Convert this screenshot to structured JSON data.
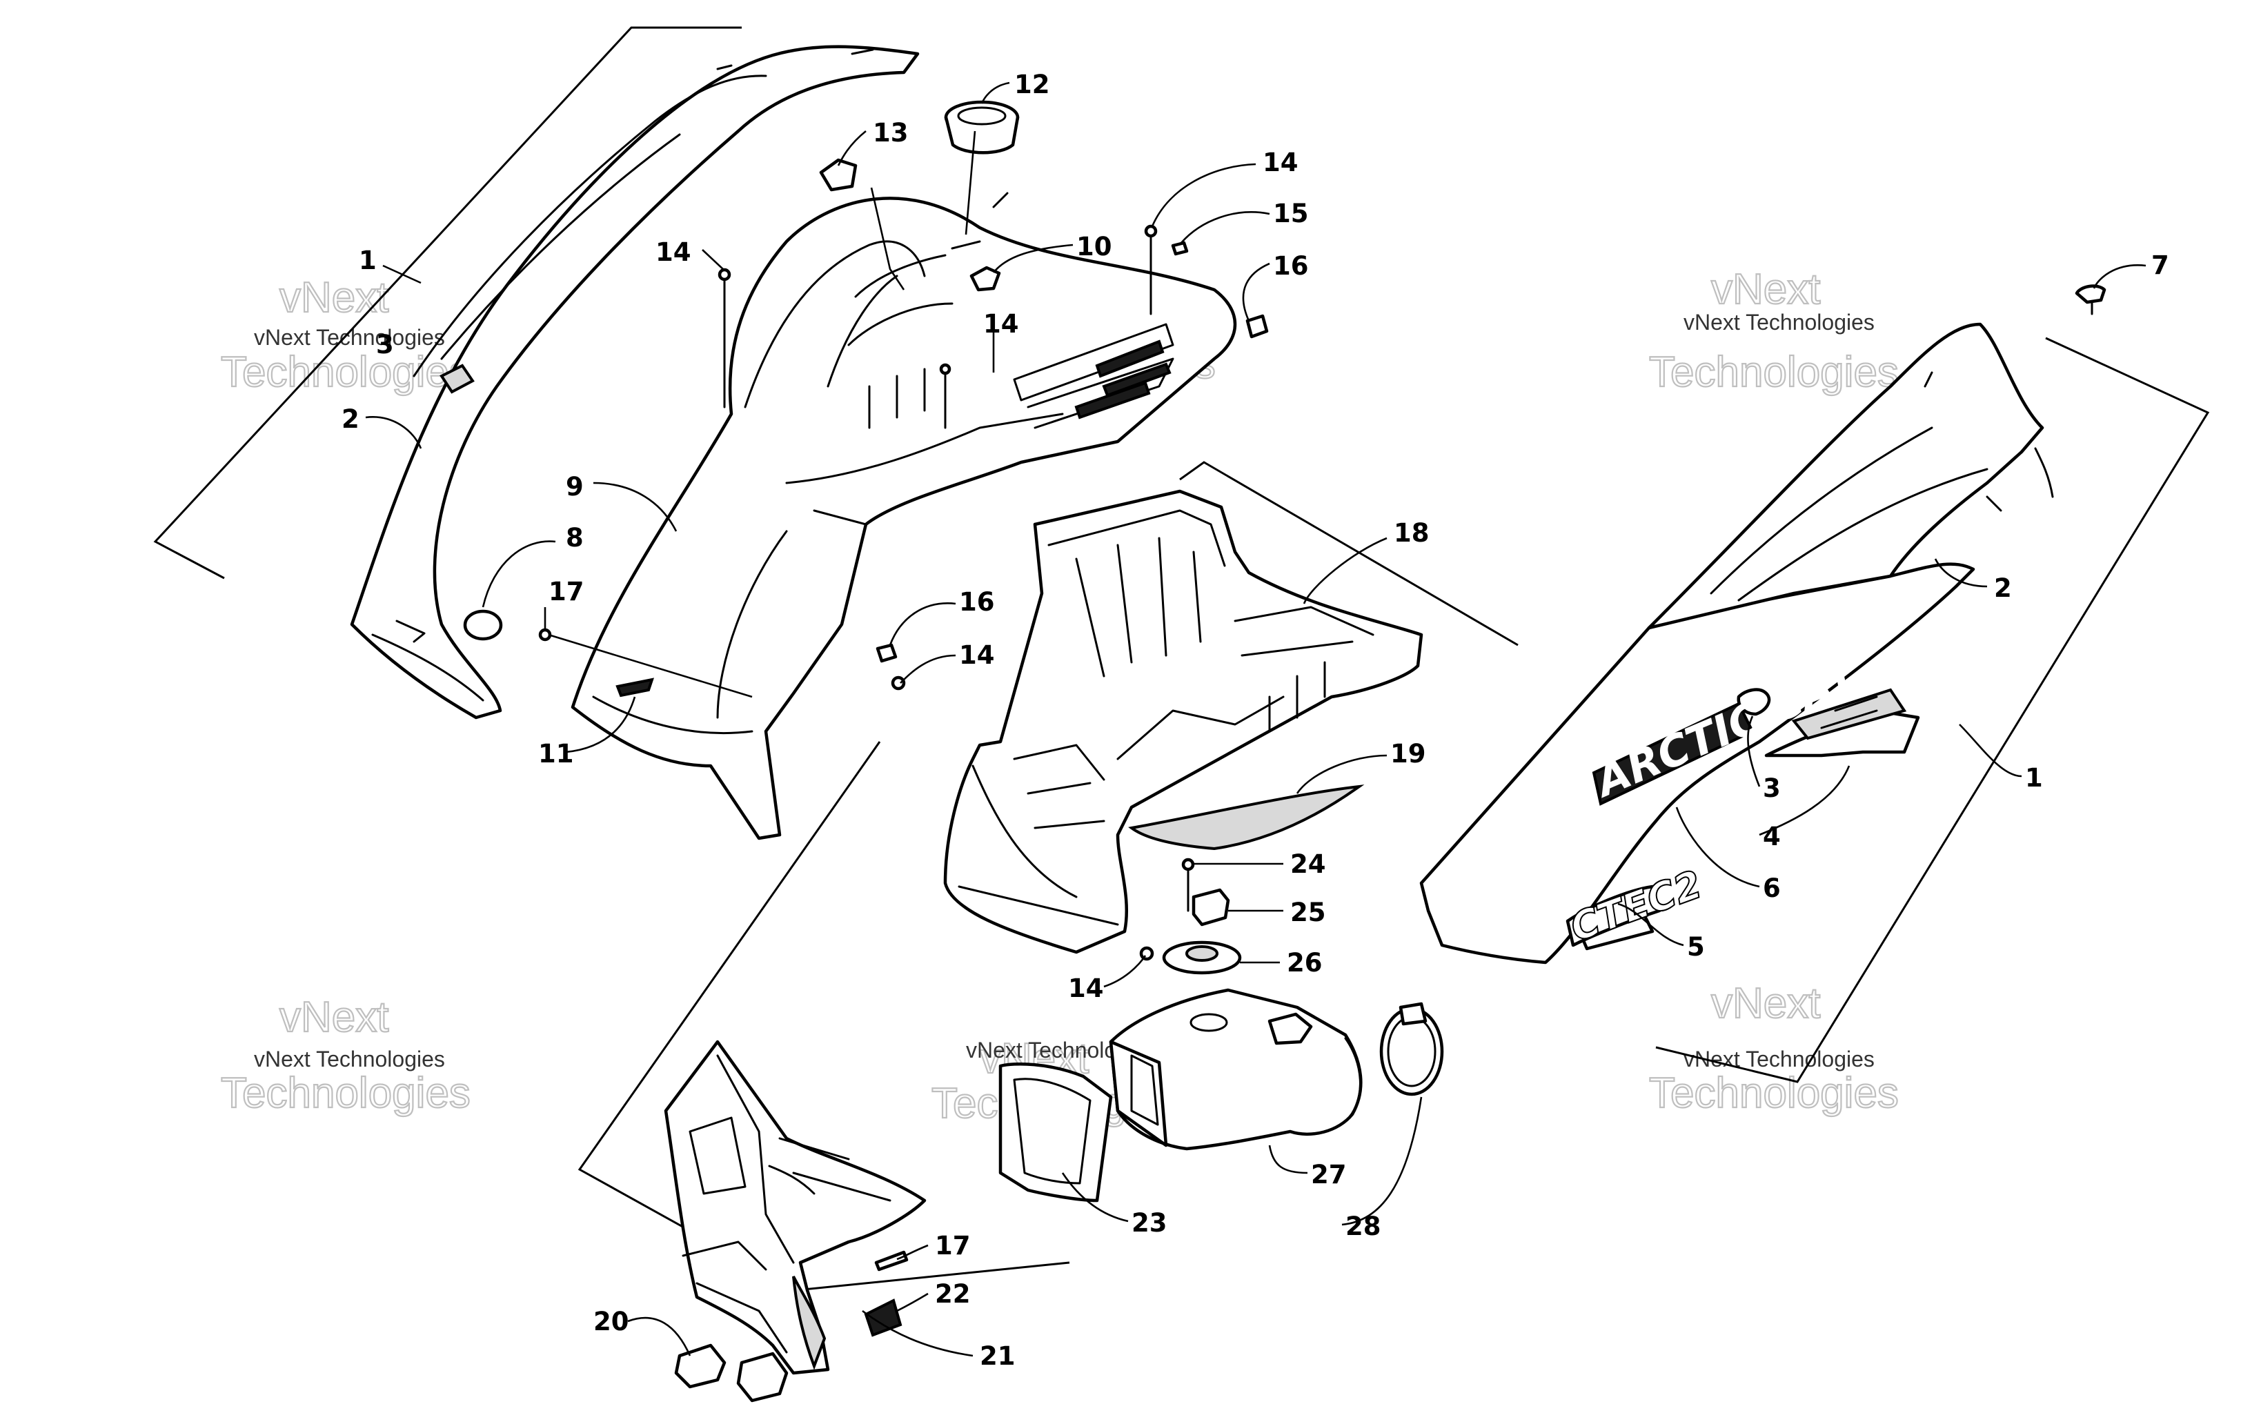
{
  "callouts": {
    "c1a": "1",
    "c2a": "2",
    "c3a": "3",
    "c8": "8",
    "c17a": "17",
    "c11": "11",
    "c9": "9",
    "c14a": "14",
    "c13": "13",
    "c12": "12",
    "c10": "10",
    "c14b": "14",
    "c14c": "14",
    "c15": "15",
    "c16a": "16",
    "c16b": "16",
    "c14d": "14",
    "c18": "18",
    "c19": "19",
    "c7": "7",
    "c2b": "2",
    "c1b": "1",
    "c3b": "3",
    "c4": "4",
    "c6": "6",
    "c5": "5",
    "c24": "24",
    "c25": "25",
    "c26": "26",
    "c14e": "14",
    "c27": "27",
    "c28": "28",
    "c23": "23",
    "c17b": "17",
    "c22": "22",
    "c20": "20",
    "c21": "21"
  },
  "decals": {
    "brand": "ARCTIC CAT",
    "model": "CTEC2"
  },
  "watermark": {
    "company": "vNext Technologies",
    "line1": "vNext",
    "line2": "Technologies"
  },
  "colors": {
    "line": "#000000",
    "background": "#ffffff",
    "watermark": "#bfbfbf"
  }
}
